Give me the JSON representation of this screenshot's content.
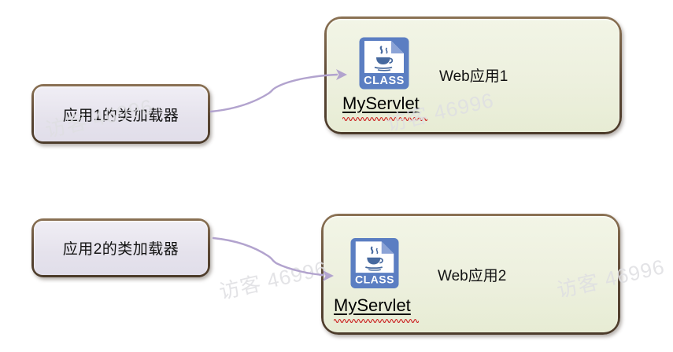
{
  "watermark": {
    "text": "访客 46996"
  },
  "diagram": {
    "loaders": [
      {
        "label": "应用1的类加载器"
      },
      {
        "label": "应用2的类加载器"
      }
    ],
    "webapps": [
      {
        "title": "Web应用1",
        "class_name": "MyServlet",
        "icon": "java-class-file-icon",
        "icon_label": "CLASS"
      },
      {
        "title": "Web应用2",
        "class_name": "MyServlet",
        "icon": "java-class-file-icon",
        "icon_label": "CLASS"
      }
    ],
    "colors": {
      "border_brown": "#5a4634",
      "loader_fill": "#e5e2ec",
      "webapp_fill": "#edf0de",
      "arrow": "#b2a3ce",
      "icon_blue": "#5b7ec2",
      "squiggle_red": "#cc2222"
    }
  }
}
